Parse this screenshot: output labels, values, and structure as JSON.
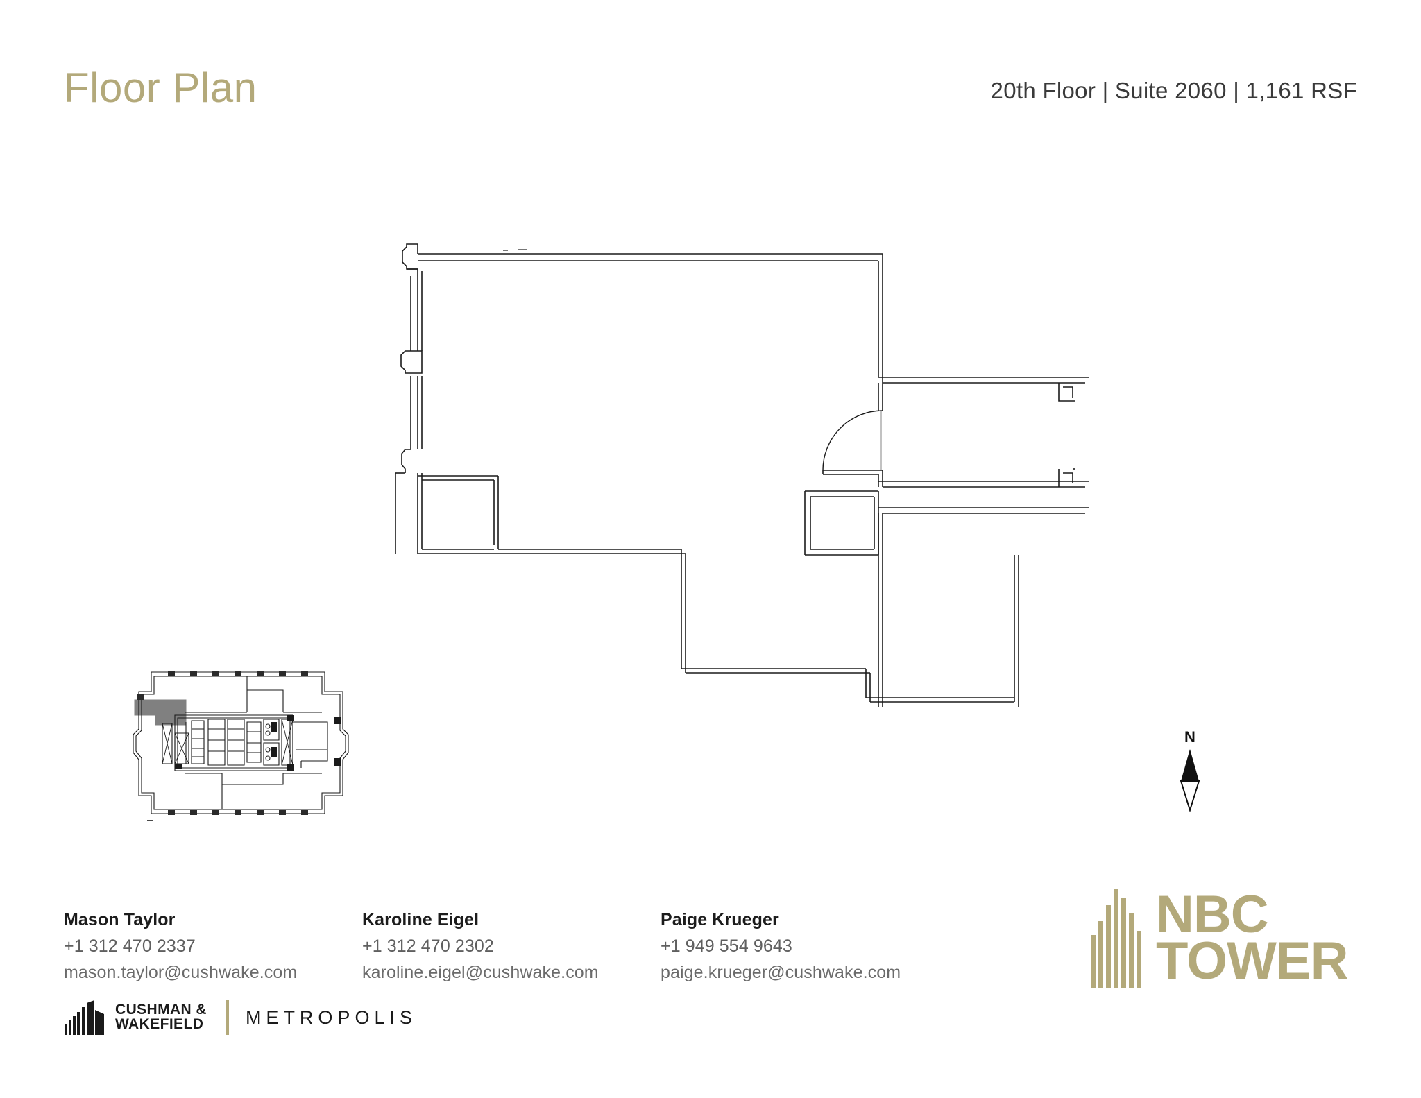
{
  "header": {
    "title": "Floor Plan",
    "suite_info": "20th Floor | Suite 2060 | 1,161 RSF",
    "title_color": "#b3a97a",
    "suite_info_color": "#3a3a3a"
  },
  "floorplan": {
    "name": "suite-2060-floor-plan",
    "line_color": "#1a1a1a",
    "elements": {
      "entry_door": "door-swing-arc",
      "columns": "rounded-column-bumpouts",
      "closet": "small-room-lower-left"
    }
  },
  "keyplan": {
    "name": "building-key-plan",
    "highlight_color": "#808080",
    "line_color": "#111111"
  },
  "north_arrow": {
    "label": "N"
  },
  "contacts": [
    {
      "name": "Mason Taylor",
      "phone": "+1 312 470 2337",
      "email": "mason.taylor@cushwake.com"
    },
    {
      "name": "Karoline Eigel",
      "phone": "+1 312 470 2302",
      "email": "karoline.eigel@cushwake.com"
    },
    {
      "name": "Paige Krueger",
      "phone": "+1 949 554 9643",
      "email": "paige.krueger@cushwake.com"
    }
  ],
  "footer": {
    "cushman_line1": "CUSHMAN &",
    "cushman_line2": "WAKEFIELD",
    "metropolis": "METROPOLIS",
    "divider_color": "#b3a97a"
  },
  "nbc_logo": {
    "line1": "NBC",
    "line2": "TOWER",
    "color": "#b3a97a"
  }
}
